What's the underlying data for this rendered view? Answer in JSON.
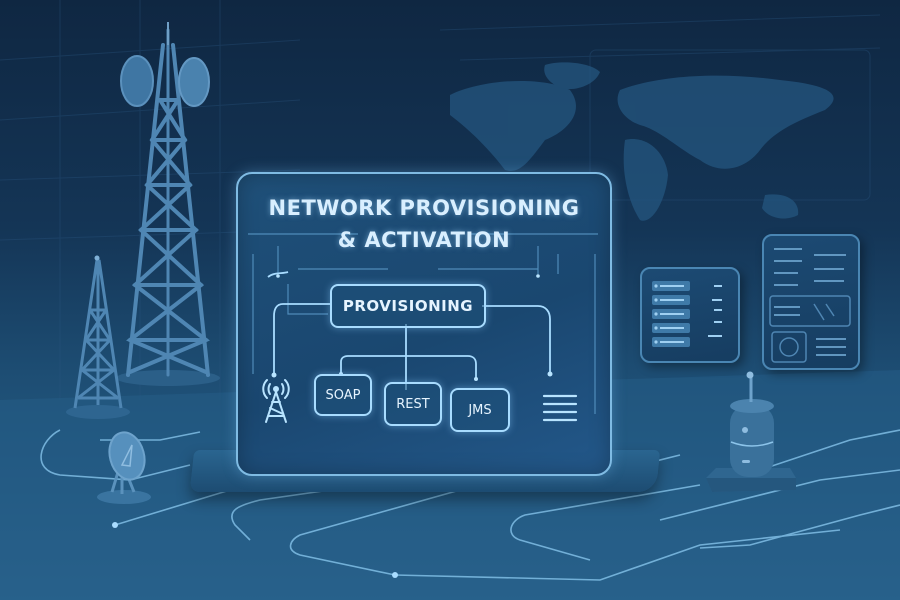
{
  "scene": {
    "title_line_1": "NETWORK PROVISIONING",
    "title_line_2": "& ACTIVATION",
    "central_node": "PROVISIONING",
    "protocols": [
      {
        "label": "SOAP"
      },
      {
        "label": "REST"
      },
      {
        "label": "JMS"
      }
    ],
    "icons": {
      "left": "cell-tower-icon",
      "right": "list-lines-icon"
    },
    "colors": {
      "background_top": "#0f2742",
      "background_bottom": "#2c6690",
      "panel_fill": "#1f5079",
      "panel_border": "#7fbbe3",
      "text_glow": "#d9efff",
      "circuit_line": "#8ccbf2"
    }
  },
  "background_objects": {
    "large_tower": "lattice-tower-with-dishes",
    "small_tower": "small-lattice-tower",
    "satellite_dish": "satellite-dish",
    "world_map": "world-map",
    "server_screens": [
      "dashboard-screen-left",
      "dashboard-screen-right"
    ],
    "iot_device": "cylindrical-antenna-device"
  }
}
